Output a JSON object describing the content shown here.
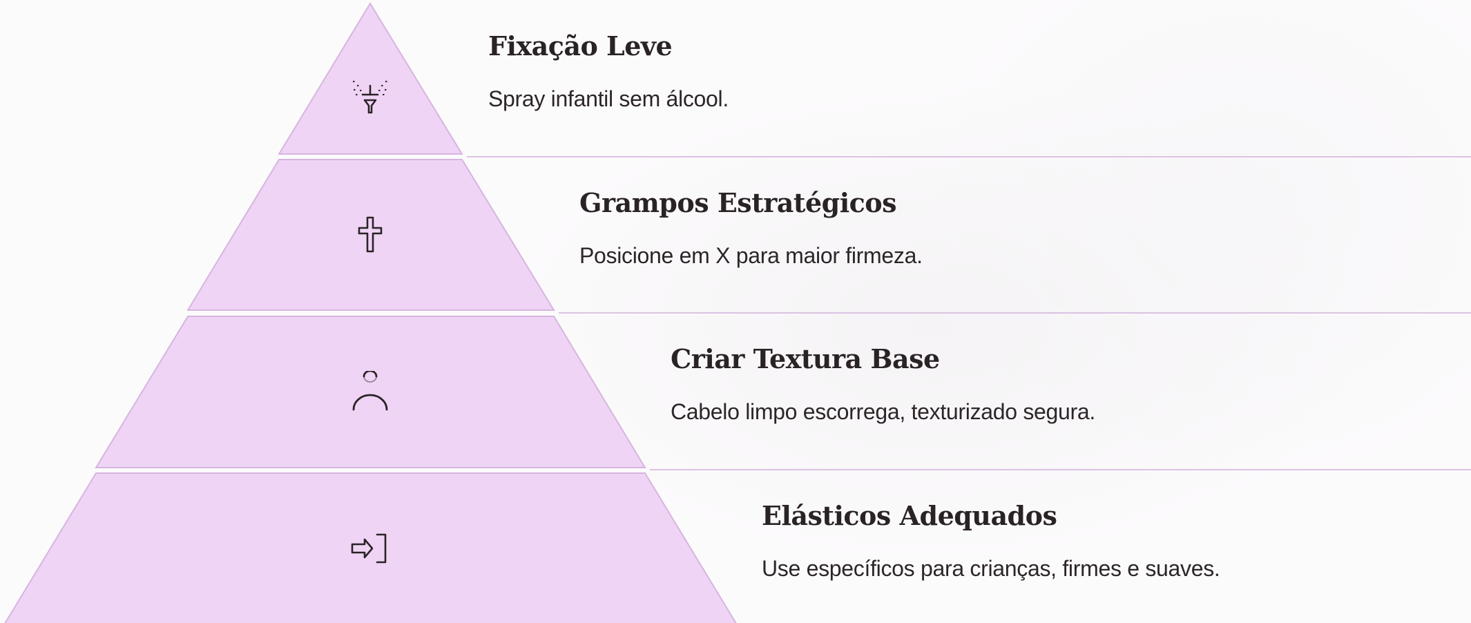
{
  "theme": {
    "fill": "#efd4f5",
    "stroke": "#d6b5df",
    "divider": "#dcc2e3",
    "icon_stroke": "#2a2326"
  },
  "levels": [
    {
      "title": "Fixação Leve",
      "description": "Spray infantil sem álcool.",
      "icon": "spray-icon"
    },
    {
      "title": "Grampos Estratégicos",
      "description": "Posicione em X para maior firmeza.",
      "icon": "cross-pin-icon"
    },
    {
      "title": "Criar Textura Base",
      "description": "Cabelo limpo escorrega, texturizado segura.",
      "icon": "person-icon"
    },
    {
      "title": "Elásticos Adequados",
      "description": "Use específicos para crianças, firmes e suaves.",
      "icon": "login-arrow-icon"
    }
  ]
}
